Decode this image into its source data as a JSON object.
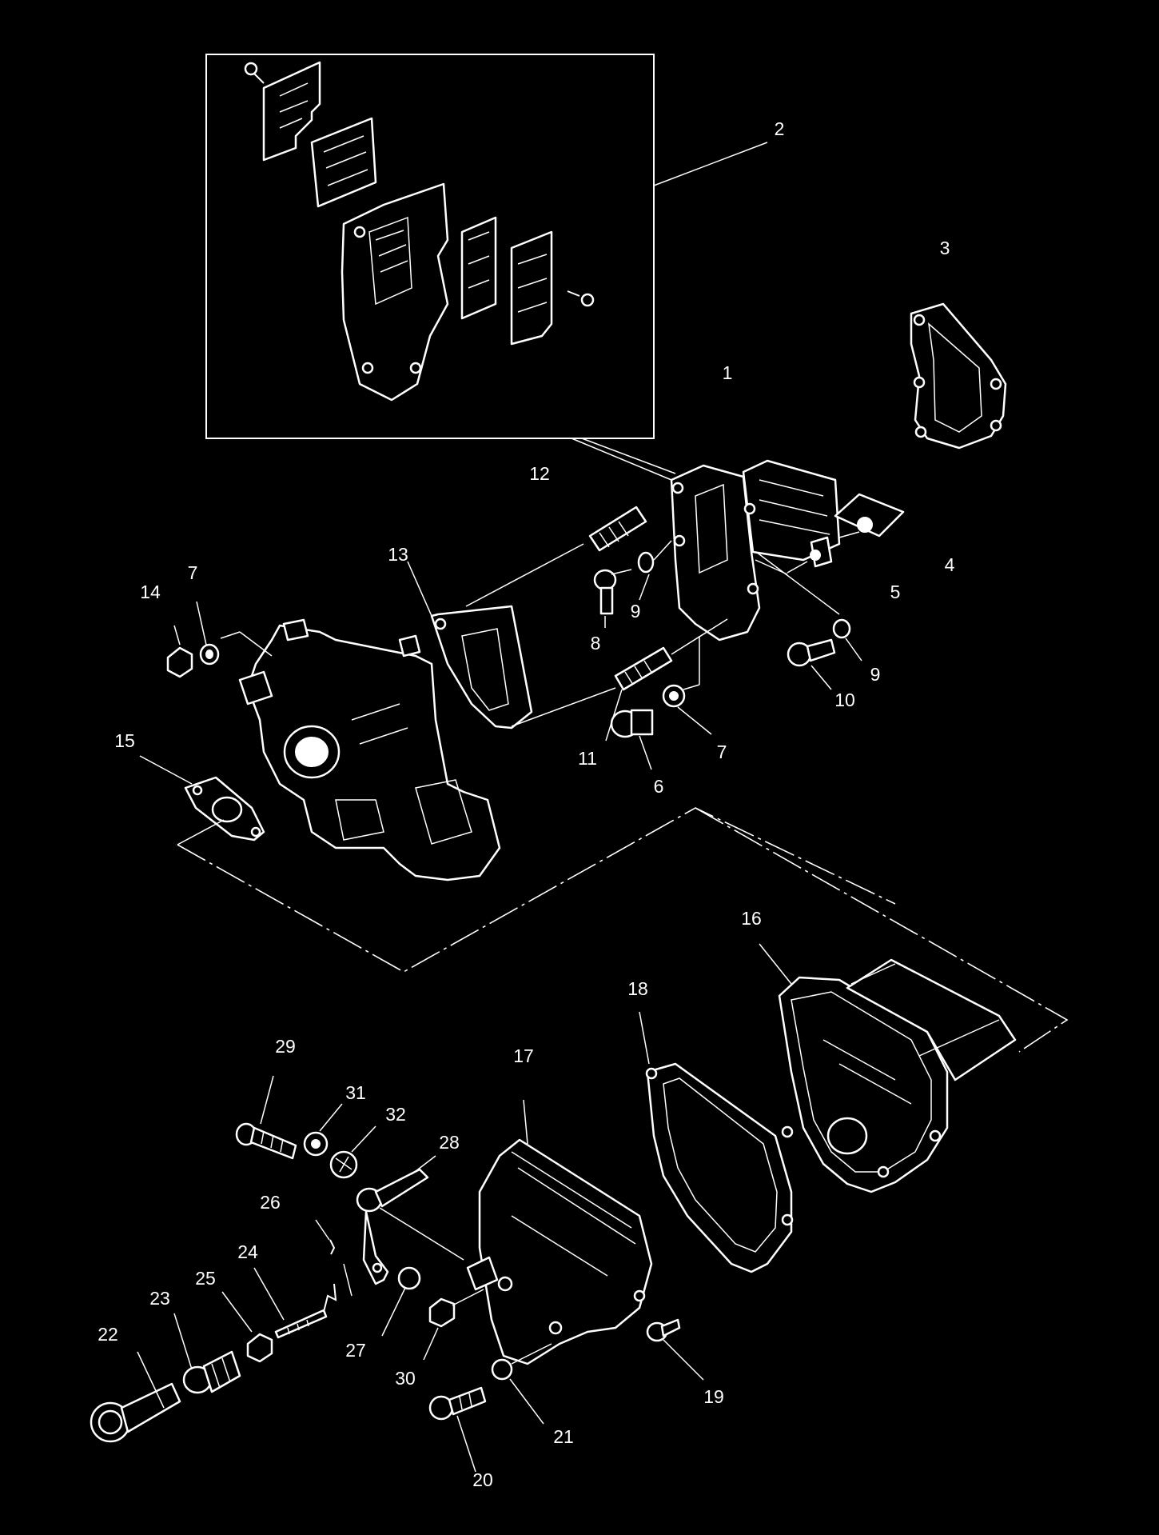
{
  "diagram": {
    "labels": [
      "1",
      "2",
      "3",
      "4",
      "5",
      "6",
      "7",
      "8",
      "9",
      "10",
      "11",
      "12",
      "13",
      "14",
      "15",
      "16",
      "17",
      "18",
      "19",
      "20",
      "21",
      "22",
      "23",
      "24",
      "25",
      "26",
      "27",
      "28",
      "29",
      "30",
      "31",
      "32"
    ],
    "repeat_labels": {
      "7": "7",
      "9": "9"
    }
  },
  "colors": {
    "background": "#000000",
    "ink": "#ffffff"
  }
}
